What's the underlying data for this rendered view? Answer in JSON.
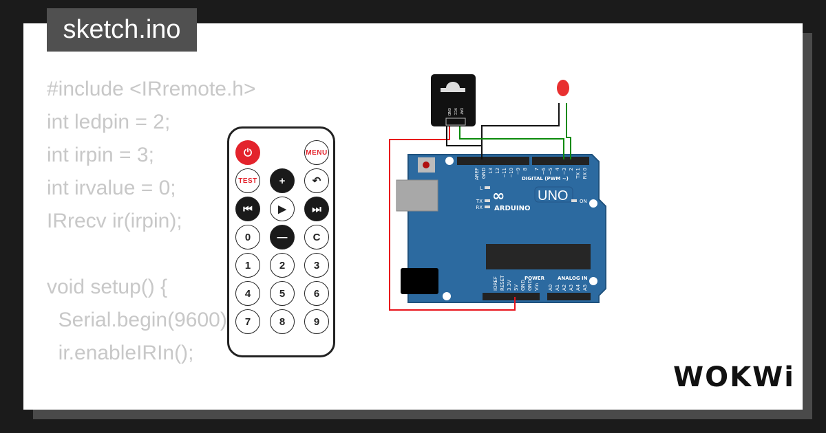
{
  "title": "sketch.ino",
  "code": [
    "#include <IRremote.h>",
    "int ledpin = 2;",
    "int irpin = 3;",
    "int irvalue = 0;",
    "IRrecv ir(irpin);",
    "",
    "void setup() {",
    "  Serial.begin(9600);",
    "  ir.enableIRIn();",
    "",
    "}"
  ],
  "remote": {
    "buttons": [
      {
        "label": "",
        "icon": "power-icon",
        "style": "red"
      },
      {
        "label": "",
        "style": "none"
      },
      {
        "label": "MENU",
        "style": "rt"
      },
      {
        "label": "TEST",
        "style": "rt"
      },
      {
        "label": "+",
        "style": "dark"
      },
      {
        "label": "↶",
        "style": ""
      },
      {
        "label": "⏮",
        "style": "dark"
      },
      {
        "label": "▶",
        "style": ""
      },
      {
        "label": "⏭",
        "style": "dark"
      },
      {
        "label": "0",
        "style": ""
      },
      {
        "label": "—",
        "style": "dark"
      },
      {
        "label": "C",
        "style": ""
      },
      {
        "label": "1",
        "style": ""
      },
      {
        "label": "2",
        "style": ""
      },
      {
        "label": "3",
        "style": ""
      },
      {
        "label": "4",
        "style": ""
      },
      {
        "label": "5",
        "style": ""
      },
      {
        "label": "6",
        "style": ""
      },
      {
        "label": "7",
        "style": ""
      },
      {
        "label": "8",
        "style": ""
      },
      {
        "label": "9",
        "style": ""
      }
    ]
  },
  "arduino": {
    "brand": "ARDUINO",
    "model": "UNO",
    "digital_label": "DIGITAL (PWM ~)",
    "power_label": "POWER",
    "analog_label": "ANALOG IN",
    "on_label": "ON",
    "led_labels": [
      "L",
      "TX",
      "RX"
    ],
    "digital_pins": [
      "AREF",
      "GND",
      "13",
      "12",
      "~11",
      "~10",
      "~9",
      "8",
      "7",
      "~6",
      "~5",
      "4",
      "~3",
      "2",
      "TX 1",
      "RX 0"
    ],
    "power_pins": [
      "IOREF",
      "RESET",
      "3.3V",
      "5V",
      "GND",
      "GND",
      "Vin"
    ],
    "analog_pins": [
      "A0",
      "A1",
      "A2",
      "A3",
      "A4",
      "A5"
    ]
  },
  "ir_receiver": {
    "pins": [
      "GND",
      "VCC",
      "DAT"
    ]
  },
  "wires": {
    "red": "#e8131b",
    "black": "#111111",
    "green": "#0a8a0a"
  },
  "board_color": "#2c6aa0",
  "logo": "WOKWi"
}
